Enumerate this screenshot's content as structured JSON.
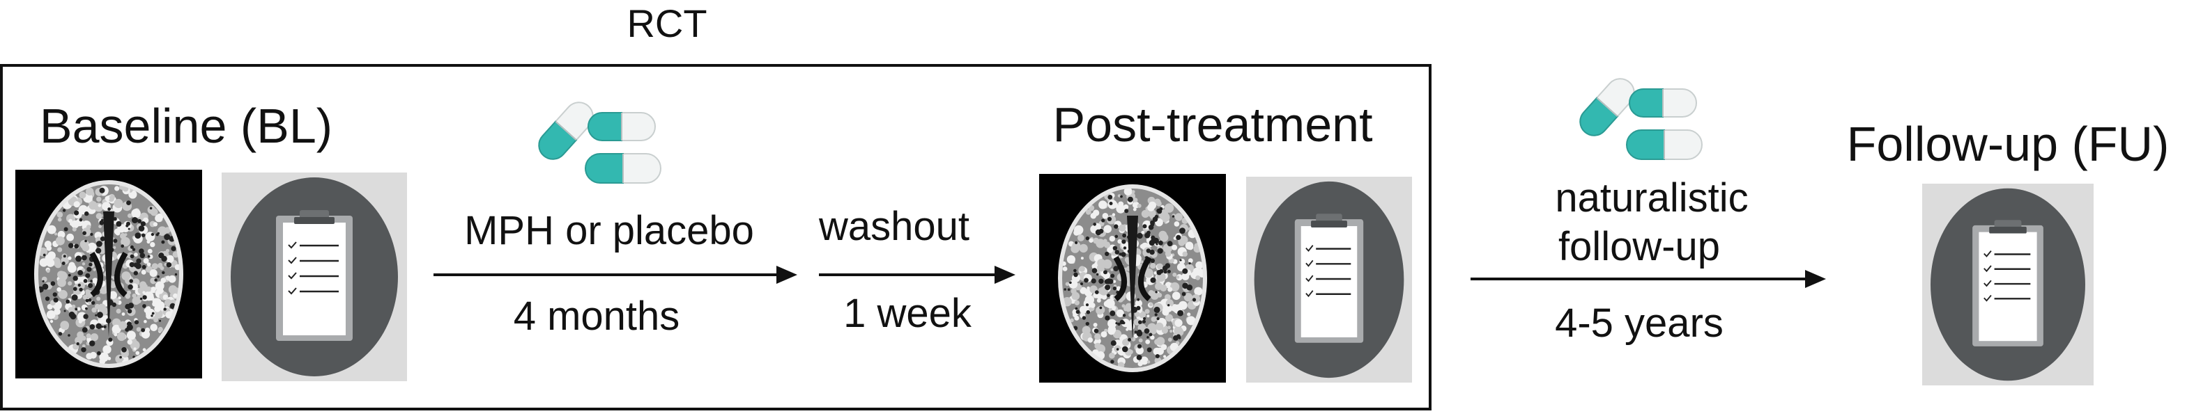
{
  "title": "RCT",
  "stages": {
    "baseline": "Baseline (BL)",
    "post": "Post-treatment",
    "followup": "Follow-up (FU)"
  },
  "arrows": {
    "treatment": {
      "top": "MPH or placebo",
      "bottom": "4 months"
    },
    "washout": {
      "top": "washout",
      "bottom": "1 week"
    },
    "naturalistic": {
      "top_line1": "naturalistic",
      "top_line2": "follow-up",
      "bottom": "4-5 years"
    }
  },
  "icons": [
    "brain-mri-icon",
    "clipboard-icon",
    "pills-icon"
  ],
  "colors": {
    "teal": "#33b8b0",
    "pill_white": "#f2f4f4",
    "panel_bg": "#dcdcdc",
    "oval": "#545759",
    "clipboard": "#a9abad",
    "mri_bg": "#000000",
    "line": "#111111"
  }
}
